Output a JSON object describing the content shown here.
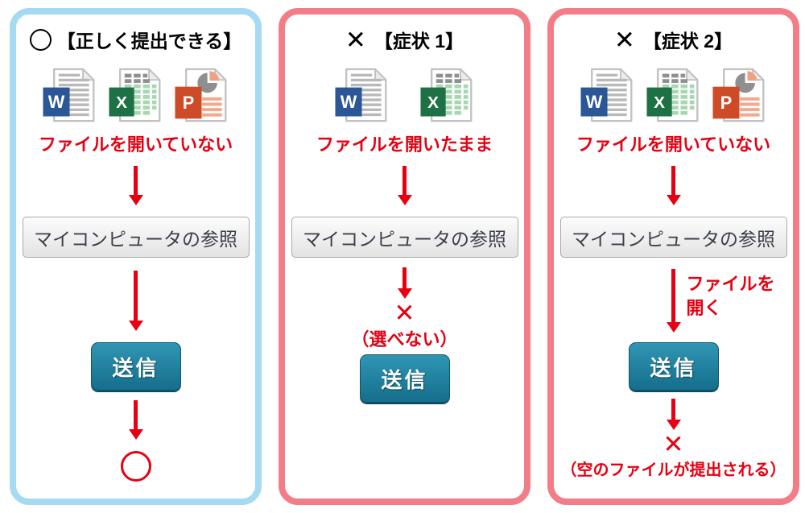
{
  "colors": {
    "ok_panel_border": "#A4DAF2",
    "ng_panel_border": "#F27D87",
    "accent_red": "#E60012",
    "send_button_top": "#2F96B4",
    "send_button_bottom": "#156E8C",
    "word_blue": "#2B5797",
    "excel_green": "#1E7145",
    "powerpoint_orange": "#CE4B27"
  },
  "panels": [
    {
      "title_mark": "○",
      "title": "【正しく提出できる】",
      "icons": [
        "word-file-icon",
        "excel-file-icon",
        "powerpoint-file-icon"
      ],
      "file_state_label": "ファイルを開いていない",
      "browse_button": "マイコンピュータの参照",
      "send_button": "送信",
      "result_mark": "○"
    },
    {
      "title_mark": "✕",
      "title": "【症状 1】",
      "icons": [
        "word-file-icon",
        "excel-file-icon"
      ],
      "file_state_label": "ファイルを開いたまま",
      "browse_button": "マイコンピュータの参照",
      "fail_mark": "✕",
      "fail_label": "（選べない）",
      "send_button": "送信"
    },
    {
      "title_mark": "✕",
      "title": "【症状 2】",
      "icons": [
        "word-file-icon",
        "excel-file-icon",
        "powerpoint-file-icon"
      ],
      "file_state_label": "ファイルを開いていない",
      "browse_button": "マイコンピュータの参照",
      "arrow_label_line1": "ファイルを",
      "arrow_label_line2": "開く",
      "send_button": "送信",
      "fail_mark": "✕",
      "fail_label": "（空のファイルが提出される）"
    }
  ]
}
